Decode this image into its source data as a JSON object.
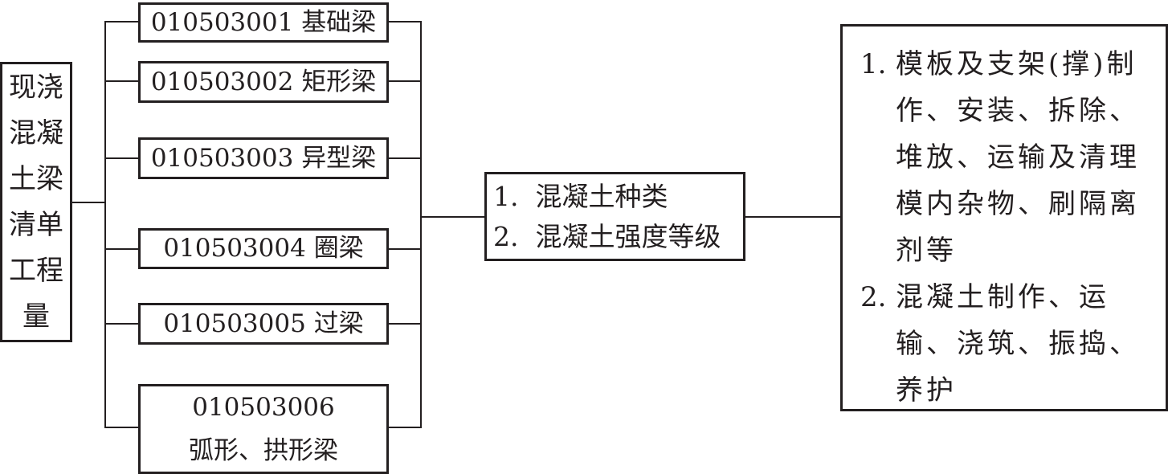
{
  "root": {
    "lines": [
      "现浇",
      "混凝",
      "土梁",
      "清单",
      "工程",
      "量"
    ]
  },
  "items": [
    {
      "code": "010503001",
      "name": "基础梁"
    },
    {
      "code": "010503002",
      "name": "矩形梁"
    },
    {
      "code": "010503003",
      "name": "异型梁"
    },
    {
      "code": "010503004",
      "name": "圈梁"
    },
    {
      "code": "010503005",
      "name": "过梁"
    },
    {
      "code": "010503006",
      "name": "弧形、拱形梁"
    }
  ],
  "features": [
    {
      "num": "1.",
      "text": "混凝土种类"
    },
    {
      "num": "2.",
      "text": "混凝土强度等级"
    }
  ],
  "work": [
    {
      "num": "1.",
      "text": "模板及支架(撑)制作、安装、拆除、堆放、运输及清理模内杂物、刷隔离剂等"
    },
    {
      "num": "2.",
      "text": "混凝土制作、运输、浇筑、振捣、养护"
    }
  ]
}
